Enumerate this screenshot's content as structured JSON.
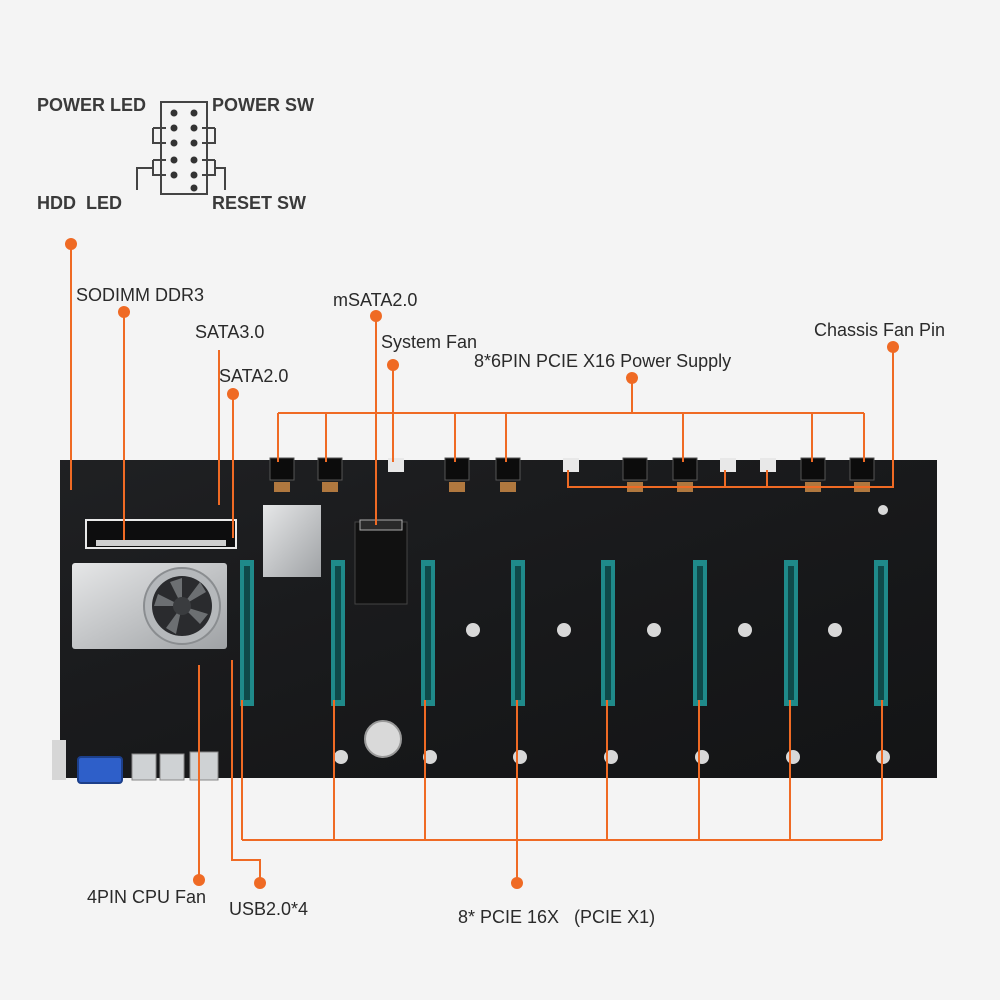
{
  "front_panel_header": {
    "power_led": "POWER LED",
    "power_sw": "POWER SW",
    "hdd_led": "HDD  LED",
    "reset_sw": "RESET SW"
  },
  "callouts": {
    "sodimm": "SODIMM DDR3",
    "sata3": "SATA3.0",
    "sata2": "SATA2.0",
    "msata": "mSATA2.0",
    "system_fan": "System Fan",
    "pcie_power": "8*6PIN PCIE X16 Power Supply",
    "chassis_fan": "Chassis Fan Pin",
    "cpu_fan": "4PIN CPU Fan",
    "usb": "USB2.0*4",
    "pcie_slots": "8* PCIE 16X   (PCIE X1)"
  },
  "colors": {
    "callout_line": "#ef6a24",
    "board": "#1a1b1d",
    "slot": "#1f8a8a",
    "heatsink": "#c4c6c8"
  },
  "icons": {
    "callout_dot": "filled-circle",
    "cpu_fan": "fan-blades"
  }
}
